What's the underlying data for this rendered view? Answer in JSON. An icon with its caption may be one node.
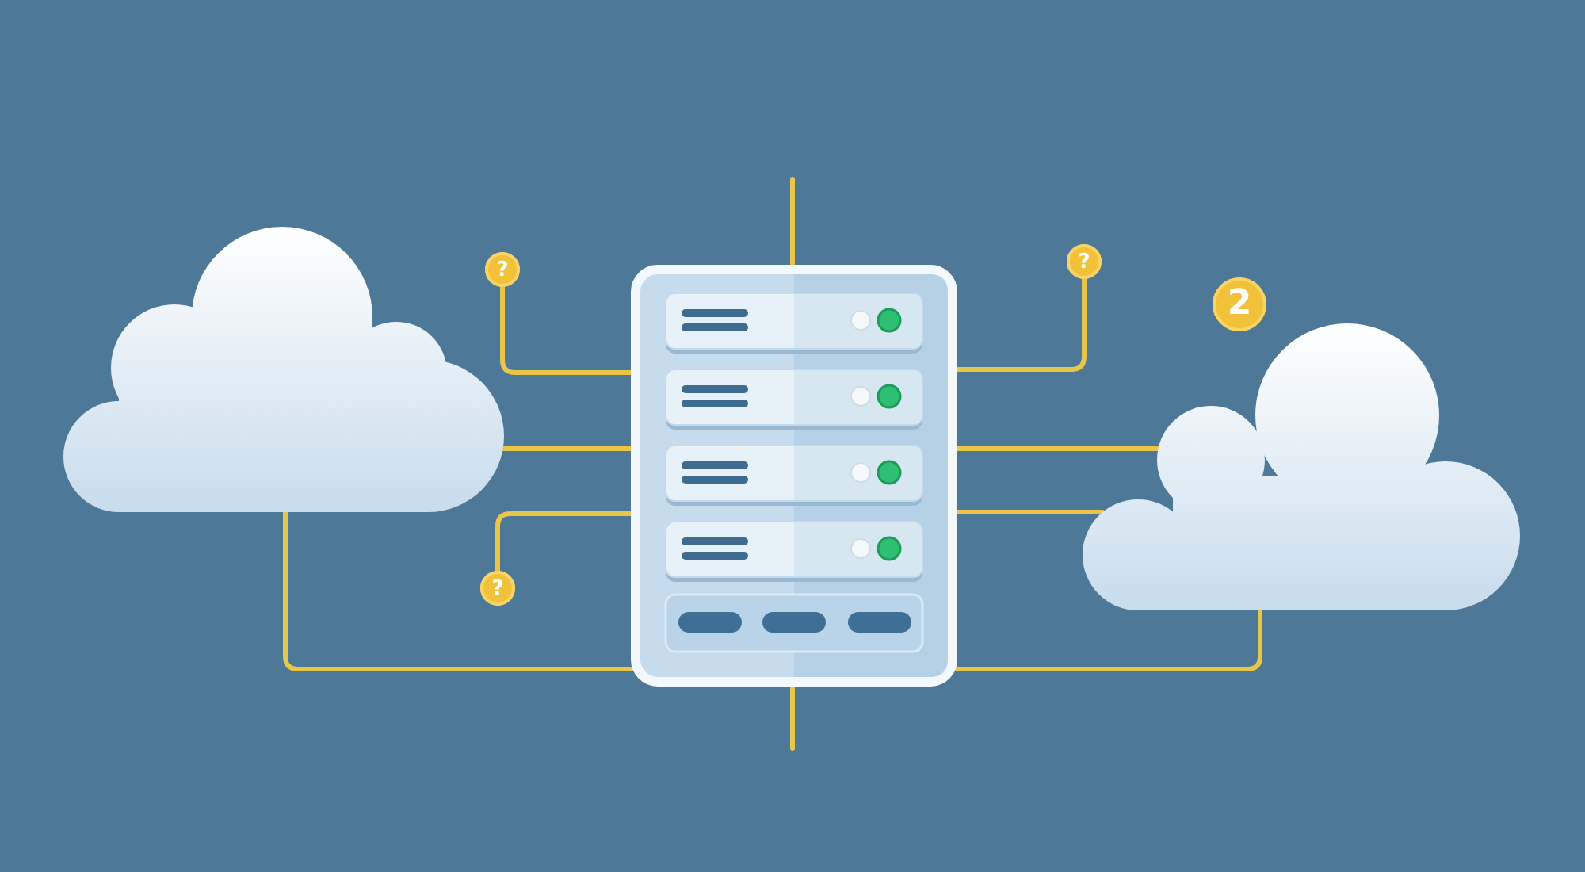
{
  "diagram": {
    "nodes": [
      {
        "text": [],
        "shape": "cloud"
      },
      {
        "text": [
          "?"
        ]
      },
      {
        "text": [
          "?"
        ]
      },
      {
        "text": [],
        "shape": "picture"
      },
      {
        "text": [
          "?"
        ]
      },
      {
        "text": [
          "2"
        ]
      },
      {
        "text": [],
        "shape": "cloud"
      }
    ],
    "edges": [
      {
        "from": null,
        "to": 3,
        "arrow": "none"
      },
      {
        "from": 1,
        "to": 3,
        "arrow": "none"
      },
      {
        "from": 3,
        "to": 4,
        "arrow": "none"
      },
      {
        "from": 0,
        "to": 3,
        "arrow": "none"
      },
      {
        "from": 3,
        "to": 6,
        "arrow": "none"
      },
      {
        "from": 2,
        "to": 3,
        "arrow": "none"
      },
      {
        "from": 3,
        "to": 6,
        "arrow": "none"
      },
      {
        "from": 0,
        "to": 3,
        "arrow": "none"
      },
      {
        "from": 3,
        "to": 6,
        "arrow": "none"
      },
      {
        "from": 3,
        "to": null,
        "arrow": "none"
      }
    ]
  }
}
